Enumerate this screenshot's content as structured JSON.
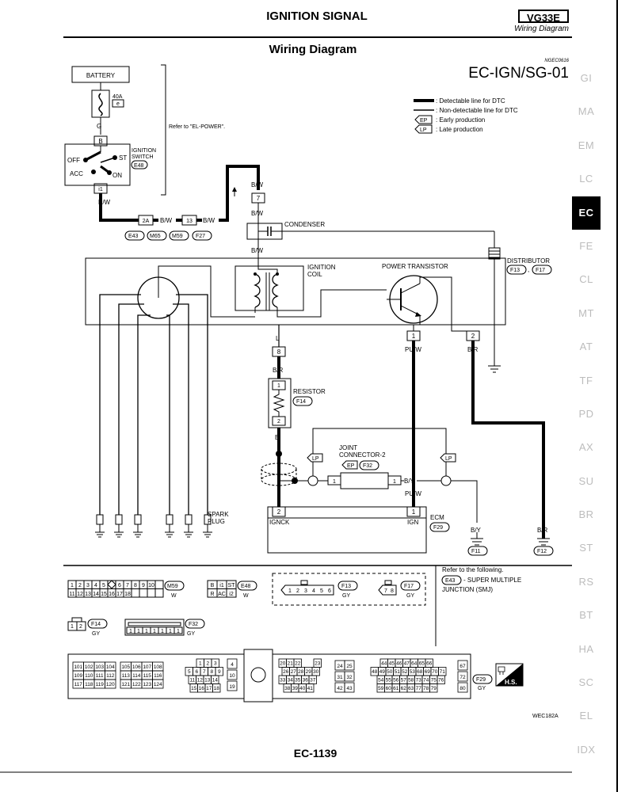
{
  "header": {
    "title": "IGNITION SIGNAL",
    "model_code": "VG33E",
    "model_sub": "Wiring Diagram",
    "section_title": "Wiring Diagram",
    "ref_code": "NGEC0616",
    "diagram_id": "EC-IGN/SG-01"
  },
  "legend": {
    "detectable": ": Detectable line for DTC",
    "non_detectable": ": Non-detectable line for DTC",
    "ep_code": "EP",
    "ep_label": ": Early production",
    "lp_code": "LP",
    "lp_label": ": Late production"
  },
  "side_tabs": [
    "GI",
    "MA",
    "EM",
    "LC",
    "EC",
    "FE",
    "CL",
    "MT",
    "AT",
    "TF",
    "PD",
    "AX",
    "SU",
    "BR",
    "ST",
    "RS",
    "BT",
    "HA",
    "SC",
    "EL",
    "IDX"
  ],
  "active_tab": "EC",
  "diagram": {
    "battery": "BATTERY",
    "fuse_rating": "40A",
    "fuse_letter": "e",
    "wire_g": "G",
    "refer_power": "Refer to \"EL-POWER\".",
    "switch_b": "B",
    "switch_off": "OFF",
    "switch_acc": "ACC",
    "switch_st": "ST",
    "switch_on": "ON",
    "switch_i1": "i1",
    "ignition_switch_l1": "IGNITION",
    "ignition_switch_l2": "SWITCH",
    "conn_e48": "E48",
    "wire_bw": "B/W",
    "pin_2a": "2A",
    "pin_13": "13",
    "conn_e43": "E43",
    "conn_m65": "M65",
    "conn_m59": "M59",
    "conn_f27": "F27",
    "pin_7": "7",
    "condenser": "CONDENSER",
    "ignition_coil_l1": "IGNITION",
    "ignition_coil_l2": "COIL",
    "power_transistor": "POWER TRANSISTOR",
    "distributor": "DISTRIBUTOR",
    "conn_f13": "F13",
    "conn_f17": "F17",
    "wire_l": "L",
    "pin_8": "8",
    "wire_br": "B/R",
    "pin_1": "1",
    "pin_2": "2",
    "resistor": "RESISTOR",
    "conn_f14": "F14",
    "wire_b": "B",
    "wire_puw": "PU/W",
    "joint_l1": "JOINT",
    "joint_l2": "CONNECTOR-2",
    "conn_f32": "F32",
    "wire_by": "B/Y",
    "spark_l1": "SPARK",
    "spark_l2": "PLUG",
    "ecm": "ECM",
    "conn_f29": "F29",
    "igr_left": "IGNCK",
    "igr_right": "IGN",
    "conn_f11": "F11",
    "conn_f12": "F12"
  },
  "connectors": {
    "m59_row1": [
      "1",
      "2",
      "3",
      "4",
      "5",
      "",
      "6",
      "7",
      "8",
      "9",
      "10"
    ],
    "m59_row2": [
      "11",
      "12",
      "13",
      "14",
      "15",
      "16",
      "17",
      "18"
    ],
    "m59_color": "W",
    "e48_row1": [
      "B",
      "i1",
      "ST"
    ],
    "e48_row2": [
      "R",
      "AC",
      "i2"
    ],
    "e48_color": "W",
    "f13_pins": [
      "1",
      "2",
      "3",
      "4",
      "5",
      "6"
    ],
    "f13_color": "GY",
    "f17_pins": [
      "7",
      "8"
    ],
    "f17_color": "GY",
    "refer_note_l1": "Refer to the following.",
    "refer_note_l2": "- SUPER MULTIPLE",
    "refer_note_l3": "JUNCTION (SMJ)",
    "f14_pins": [
      "1",
      "2"
    ],
    "f14_color": "GY",
    "f32_pins": [
      "1",
      "1",
      "1",
      "1",
      "1",
      "1",
      "1"
    ],
    "f32_color": "GY",
    "ecm_g1": [
      [
        "101",
        "102",
        "103",
        "104"
      ],
      [
        "109",
        "110",
        "111",
        "112"
      ],
      [
        "117",
        "118",
        "119",
        "120"
      ]
    ],
    "ecm_g2": [
      [
        "105",
        "106",
        "107",
        "108"
      ],
      [
        "113",
        "114",
        "115",
        "116"
      ],
      [
        "121",
        "122",
        "123",
        "124"
      ]
    ],
    "ecm_g3": [
      [
        "1",
        "2",
        "3"
      ],
      [
        "5",
        "6",
        "7",
        "8",
        "9"
      ],
      [
        "11",
        "12",
        "13",
        "14"
      ],
      [
        "15",
        "16",
        "17",
        "18"
      ]
    ],
    "ecm_g3b": [
      "4",
      "10",
      "19"
    ],
    "ecm_g4": [
      [
        "20",
        "21",
        "22",
        "23"
      ],
      [
        "26",
        "27",
        "28",
        "29",
        "30"
      ],
      [
        "33",
        "34",
        "35",
        "36",
        "37"
      ],
      [
        "38",
        "39",
        "40",
        "41"
      ]
    ],
    "ecm_g5": [
      [
        "24",
        "25"
      ],
      [
        "31",
        "32"
      ],
      [
        "42",
        "43"
      ]
    ],
    "ecm_g6": [
      [
        "44",
        "45",
        "46",
        "47",
        "64",
        "65",
        "66"
      ],
      [
        "48",
        "49",
        "50",
        "51",
        "52",
        "53",
        "68",
        "69",
        "70",
        "71"
      ],
      [
        "54",
        "55",
        "56",
        "57",
        "58",
        "73",
        "74",
        "75",
        "76"
      ],
      [
        "59",
        "60",
        "61",
        "62",
        "63",
        "77",
        "78",
        "79"
      ]
    ],
    "ecm_g7": [
      "67",
      "72",
      "80"
    ],
    "f29_color": "GY",
    "hs": "H.S.",
    "figure_code": "WEC182A"
  },
  "footer": {
    "page": "EC-1139"
  }
}
